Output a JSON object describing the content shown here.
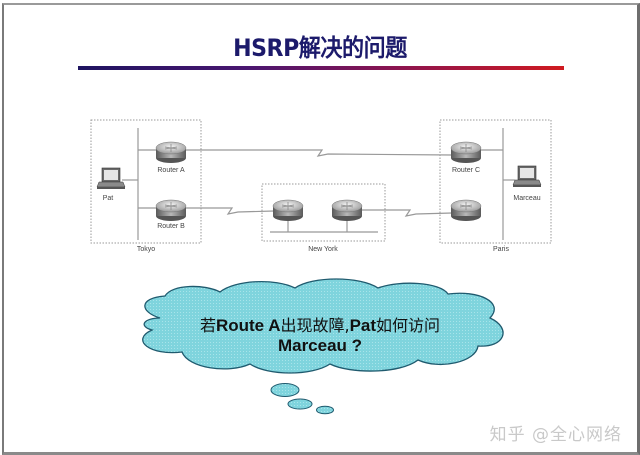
{
  "slide": {
    "title": "HSRP解决的问题",
    "colors": {
      "title": "#1c1a6b",
      "rule_start": "#1e1460",
      "rule_end": "#d01a20",
      "cloud_fill": "#7fd4dd",
      "cloud_stroke": "#1f5a6e"
    }
  },
  "diagram": {
    "sites": [
      {
        "id": "tokyo",
        "label": "Tokyo"
      },
      {
        "id": "newyork",
        "label": "New York"
      },
      {
        "id": "paris",
        "label": "Paris"
      }
    ],
    "hosts": [
      {
        "id": "pat",
        "label": "Pat",
        "site": "tokyo"
      },
      {
        "id": "marceau",
        "label": "Marceau",
        "site": "paris"
      }
    ],
    "routers": [
      {
        "id": "router-a",
        "label": "Router A",
        "site": "tokyo"
      },
      {
        "id": "router-b",
        "label": "Router B",
        "site": "tokyo"
      },
      {
        "id": "router-c",
        "label": "Router C",
        "site": "paris"
      },
      {
        "id": "router-d",
        "label": "",
        "site": "paris"
      },
      {
        "id": "ny-router-1",
        "label": "",
        "site": "newyork"
      },
      {
        "id": "ny-router-2",
        "label": "",
        "site": "newyork"
      }
    ],
    "links": [
      {
        "from": "router-a",
        "to": "router-c",
        "type": "serial-wan"
      },
      {
        "from": "router-b",
        "to": "ny-router-1",
        "type": "serial-wan"
      },
      {
        "from": "ny-router-2",
        "to": "router-d",
        "type": "serial-wan"
      }
    ]
  },
  "callout": {
    "line1_prefix": "若",
    "line1_bold1": "Route A",
    "line1_mid": "出现故障,",
    "line1_bold2": "Pat",
    "line1_suffix": "如何访问",
    "line2_bold": "Marceau ?"
  },
  "watermark": "知乎 @全心网络"
}
